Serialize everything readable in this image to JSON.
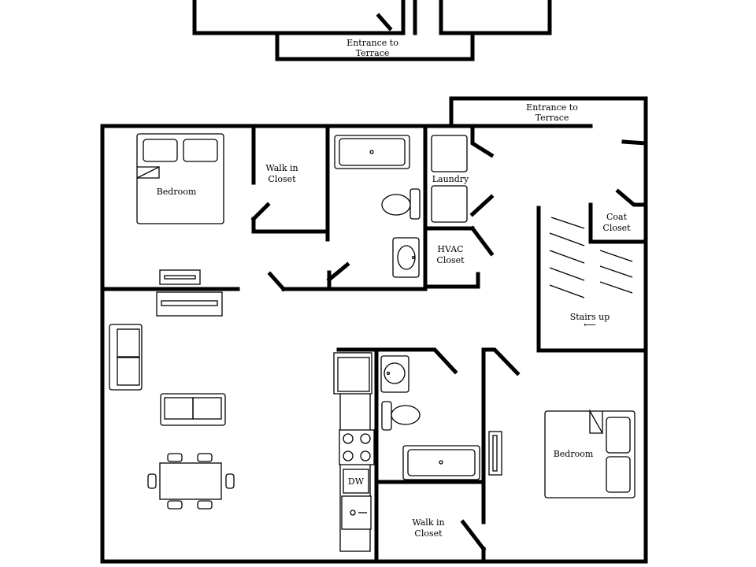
{
  "labels": {
    "entrance_top_line1": "Entrance to",
    "entrance_top_line2": "Terrace",
    "entrance_main_line1": "Entrance to",
    "entrance_main_line2": "Terrace",
    "bedroom_left": "Bedroom",
    "walkin_top_line1": "Walk in",
    "walkin_top_line2": "Closet",
    "laundry": "Laundry",
    "hvac_line1": "HVAC",
    "hvac_line2": "Closet",
    "coat_line1": "Coat",
    "coat_line2": "Closet",
    "stairs": "Stairs up",
    "stairs_arrow": "⟵",
    "dishwasher": "DW",
    "bedroom_right": "Bedroom",
    "walkin_bottom_line1": "Walk in",
    "walkin_bottom_line2": "Closet"
  },
  "colors": {
    "wall": "#000000",
    "background": "#ffffff"
  }
}
